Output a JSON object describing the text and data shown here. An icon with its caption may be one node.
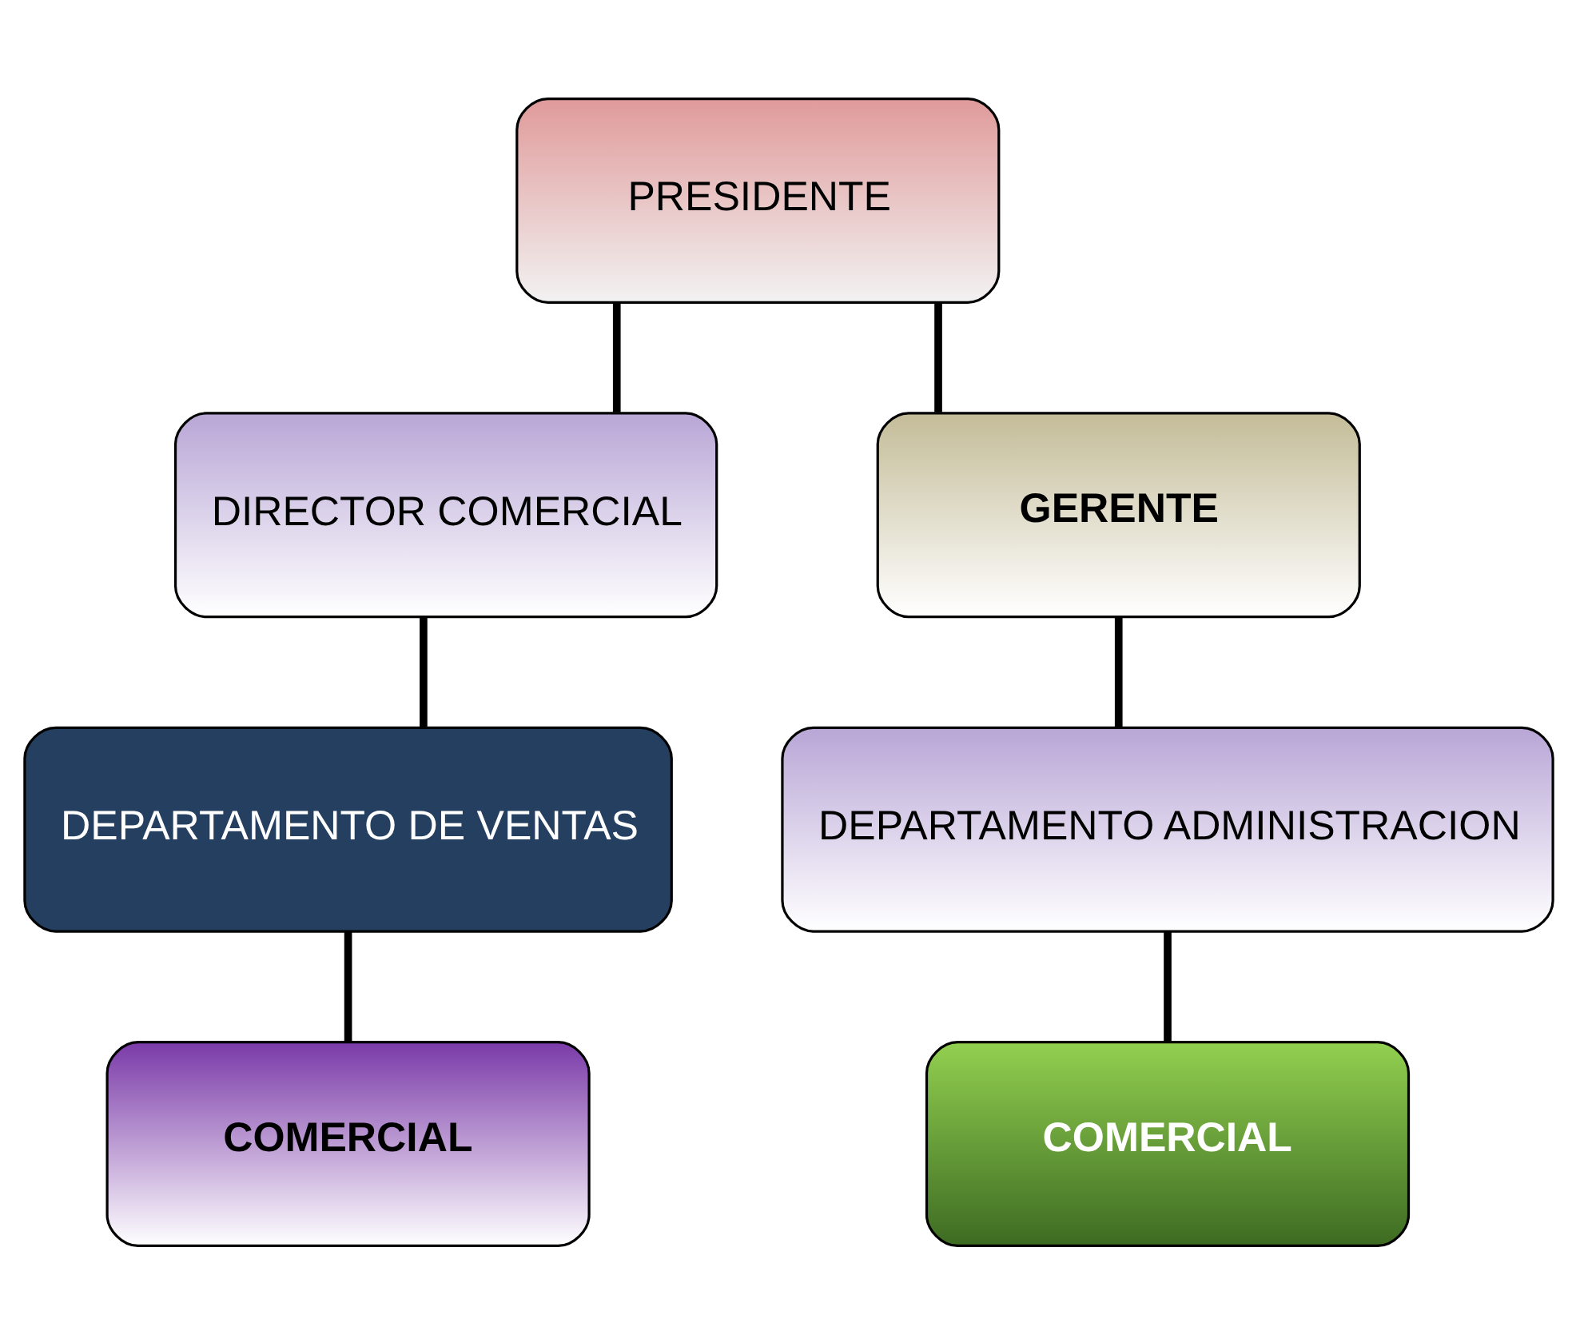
{
  "diagram": {
    "nodes": [
      {
        "text": [
          "PRESIDENTE"
        ]
      },
      {
        "text": [
          "DIRECTOR COMERCIAL"
        ]
      },
      {
        "text": [
          "GERENTE"
        ]
      },
      {
        "text": [
          "DEPARTAMENTO DE VENTAS"
        ]
      },
      {
        "text": [
          "DEPARTAMENTO ADMINISTRACION"
        ]
      },
      {
        "text": [
          "COMERCIAL"
        ]
      },
      {
        "text": [
          "COMERCIAL"
        ]
      }
    ],
    "edges": [
      {
        "from": 0,
        "to": 1,
        "arrow": "none"
      },
      {
        "from": 0,
        "to": 2,
        "arrow": "none"
      },
      {
        "from": 1,
        "to": 3,
        "arrow": "none"
      },
      {
        "from": 2,
        "to": 4,
        "arrow": "none"
      },
      {
        "from": 3,
        "to": 5,
        "arrow": "none"
      },
      {
        "from": 4,
        "to": 6,
        "arrow": "none"
      }
    ]
  }
}
